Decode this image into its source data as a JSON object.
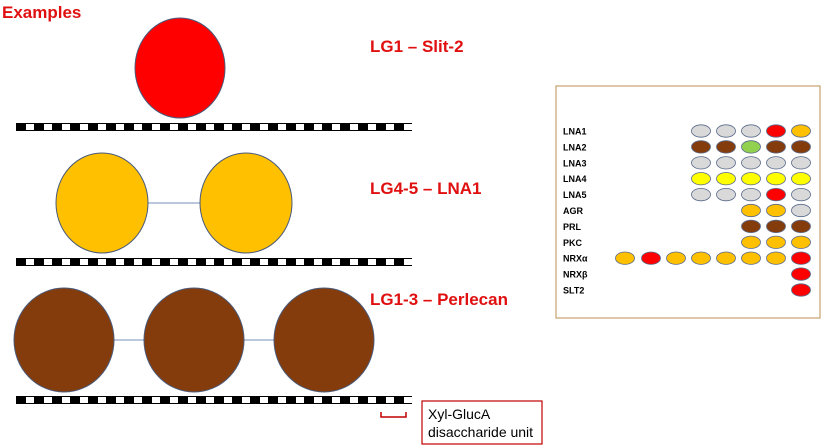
{
  "heading": "Examples",
  "examples": [
    {
      "label": "LG1 – Slit-2",
      "domains": 1,
      "color": "#ff0000"
    },
    {
      "label": "LG4-5 – LNA1",
      "domains": 2,
      "color": "#ffc000"
    },
    {
      "label": "LG1-3 – Perlecan",
      "domains": 3,
      "color": "#843c0c"
    }
  ],
  "legend": {
    "unit_line1": "Xyl-GlucA",
    "unit_line2": "disaccharide unit"
  },
  "colors": {
    "accent_red": "#e01010",
    "red": "#ff0000",
    "orange": "#ffc000",
    "brown": "#843c0c",
    "green": "#92d050",
    "yellow": "#ffff00",
    "grey": "#d9d9d9",
    "panel_border": "#c9a06e",
    "legend_border": "#c00000"
  },
  "matrix": {
    "rows": [
      {
        "name": "LNA1",
        "cells": [
          null,
          null,
          null,
          "grey",
          "grey",
          "grey",
          "red",
          "orange"
        ]
      },
      {
        "name": "LNA2",
        "cells": [
          null,
          null,
          null,
          "brown",
          "brown",
          "green",
          "brown",
          "brown"
        ]
      },
      {
        "name": "LNA3",
        "cells": [
          null,
          null,
          null,
          "grey",
          "grey",
          "grey",
          "grey",
          "grey"
        ]
      },
      {
        "name": "LNA4",
        "cells": [
          null,
          null,
          null,
          "yellow",
          "yellow",
          "yellow",
          "yellow",
          "yellow"
        ]
      },
      {
        "name": "LNA5",
        "cells": [
          null,
          null,
          null,
          "grey",
          "grey",
          "grey",
          "red",
          "grey"
        ]
      },
      {
        "name": "AGR",
        "cells": [
          null,
          null,
          null,
          null,
          null,
          "orange",
          "orange",
          "grey"
        ]
      },
      {
        "name": "PRL",
        "cells": [
          null,
          null,
          null,
          null,
          null,
          "brown",
          "brown",
          "brown"
        ]
      },
      {
        "name": "PKC",
        "cells": [
          null,
          null,
          null,
          null,
          null,
          "orange",
          "orange",
          "orange"
        ]
      },
      {
        "name": "NRXα",
        "cells": [
          "orange",
          "red",
          "orange",
          "orange",
          "orange",
          "orange",
          "orange",
          "red"
        ]
      },
      {
        "name": "NRXβ",
        "cells": [
          null,
          null,
          null,
          null,
          null,
          null,
          null,
          "red"
        ]
      },
      {
        "name": "SLT2",
        "cells": [
          null,
          null,
          null,
          null,
          null,
          null,
          null,
          "red"
        ]
      }
    ]
  }
}
